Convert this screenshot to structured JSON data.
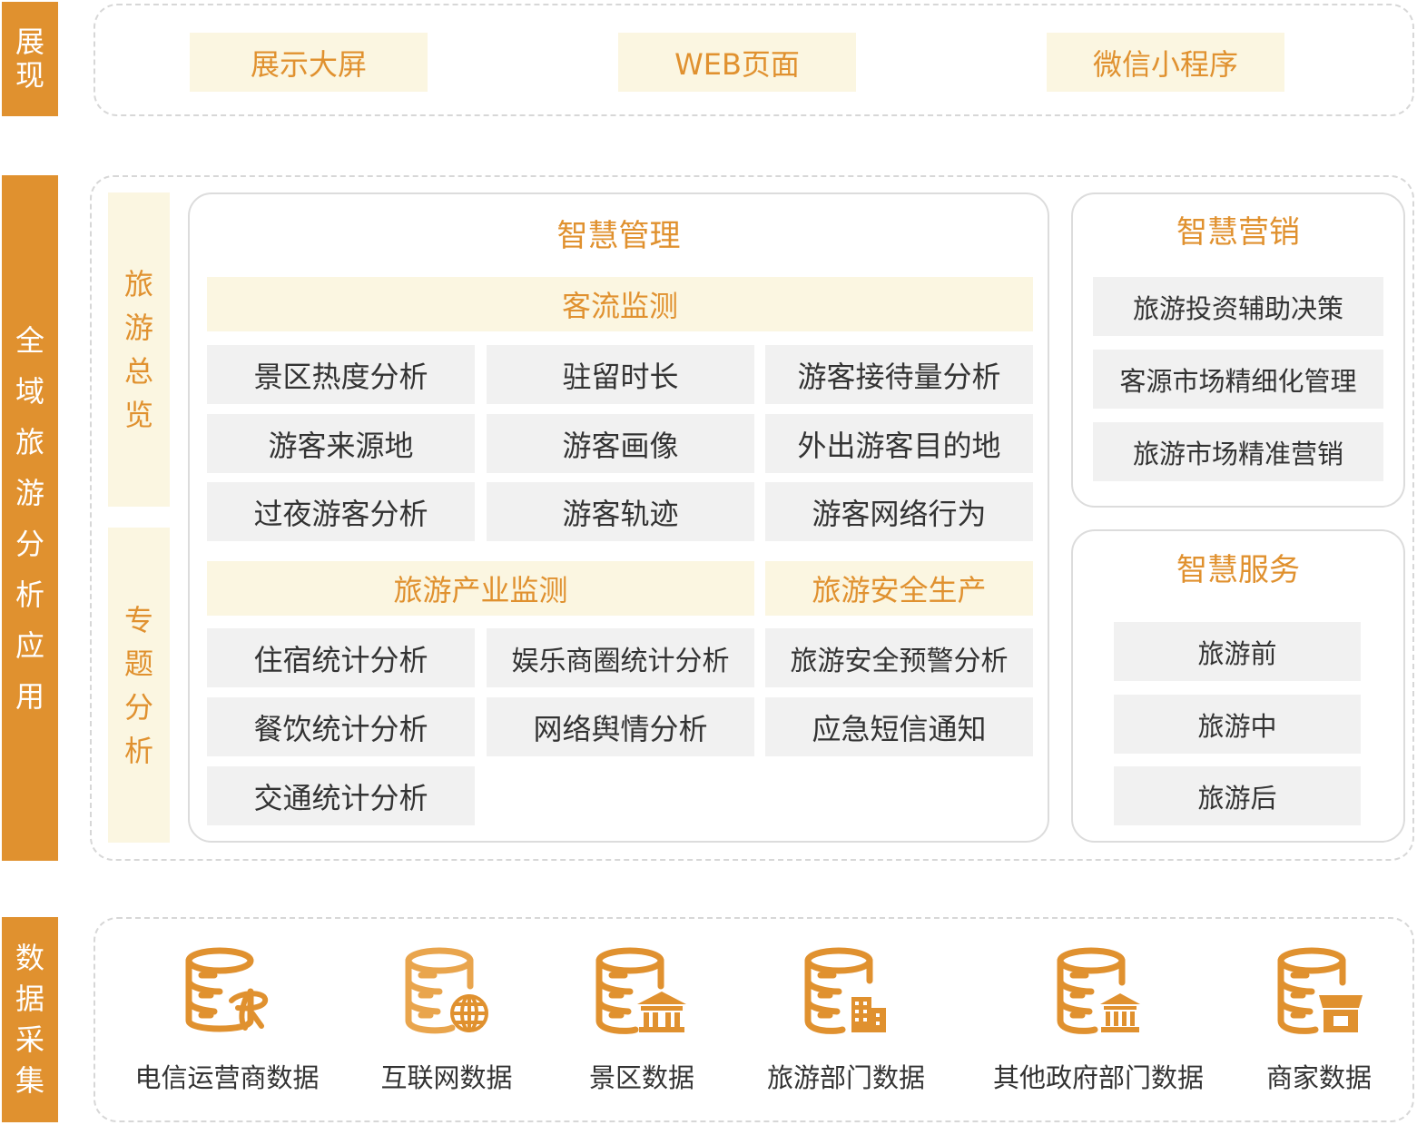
{
  "layers": {
    "display": {
      "label": "展现",
      "items": [
        "展示大屏",
        "WEB页面",
        "微信小程序"
      ]
    },
    "analysis": {
      "label": "全域旅游分析应用",
      "side_tabs": [
        "旅游总览",
        "专题分析"
      ],
      "smart_management": {
        "title": "智慧管理",
        "passenger_flow": {
          "title": "客流监测",
          "items": [
            "景区热度分析",
            "驻留时长",
            "游客接待量分析",
            "游客来源地",
            "游客画像",
            "外出游客目的地",
            "过夜游客分析",
            "游客轨迹",
            "游客网络行为"
          ]
        },
        "industry": {
          "title": "旅游产业监测",
          "items": [
            "住宿统计分析",
            "娱乐商圈统计分析",
            "餐饮统计分析",
            "网络舆情分析",
            "交通统计分析"
          ]
        },
        "safety": {
          "title": "旅游安全生产",
          "items": [
            "旅游安全预警分析",
            "应急短信通知"
          ]
        }
      },
      "smart_marketing": {
        "title": "智慧营销",
        "items": [
          "旅游投资辅助决策",
          "客源市场精细化管理",
          "旅游市场精准营销"
        ]
      },
      "smart_service": {
        "title": "智慧服务",
        "items": [
          "旅游前",
          "旅游中",
          "旅游后"
        ]
      }
    },
    "collection": {
      "label": "数据采集",
      "sources": [
        {
          "label": "电信运营商数据",
          "icon": "telecom-database-icon"
        },
        {
          "label": "互联网数据",
          "icon": "internet-database-icon"
        },
        {
          "label": "景区数据",
          "icon": "scenic-area-database-icon"
        },
        {
          "label": "旅游部门数据",
          "icon": "tourism-department-database-icon"
        },
        {
          "label": "其他政府部门数据",
          "icon": "government-database-icon"
        },
        {
          "label": "商家数据",
          "icon": "merchant-database-icon"
        }
      ]
    }
  },
  "colors": {
    "accent": "#e0912f",
    "cream": "#fbf6e1",
    "box_gray": "#f1f1f1",
    "text": "#333333"
  }
}
